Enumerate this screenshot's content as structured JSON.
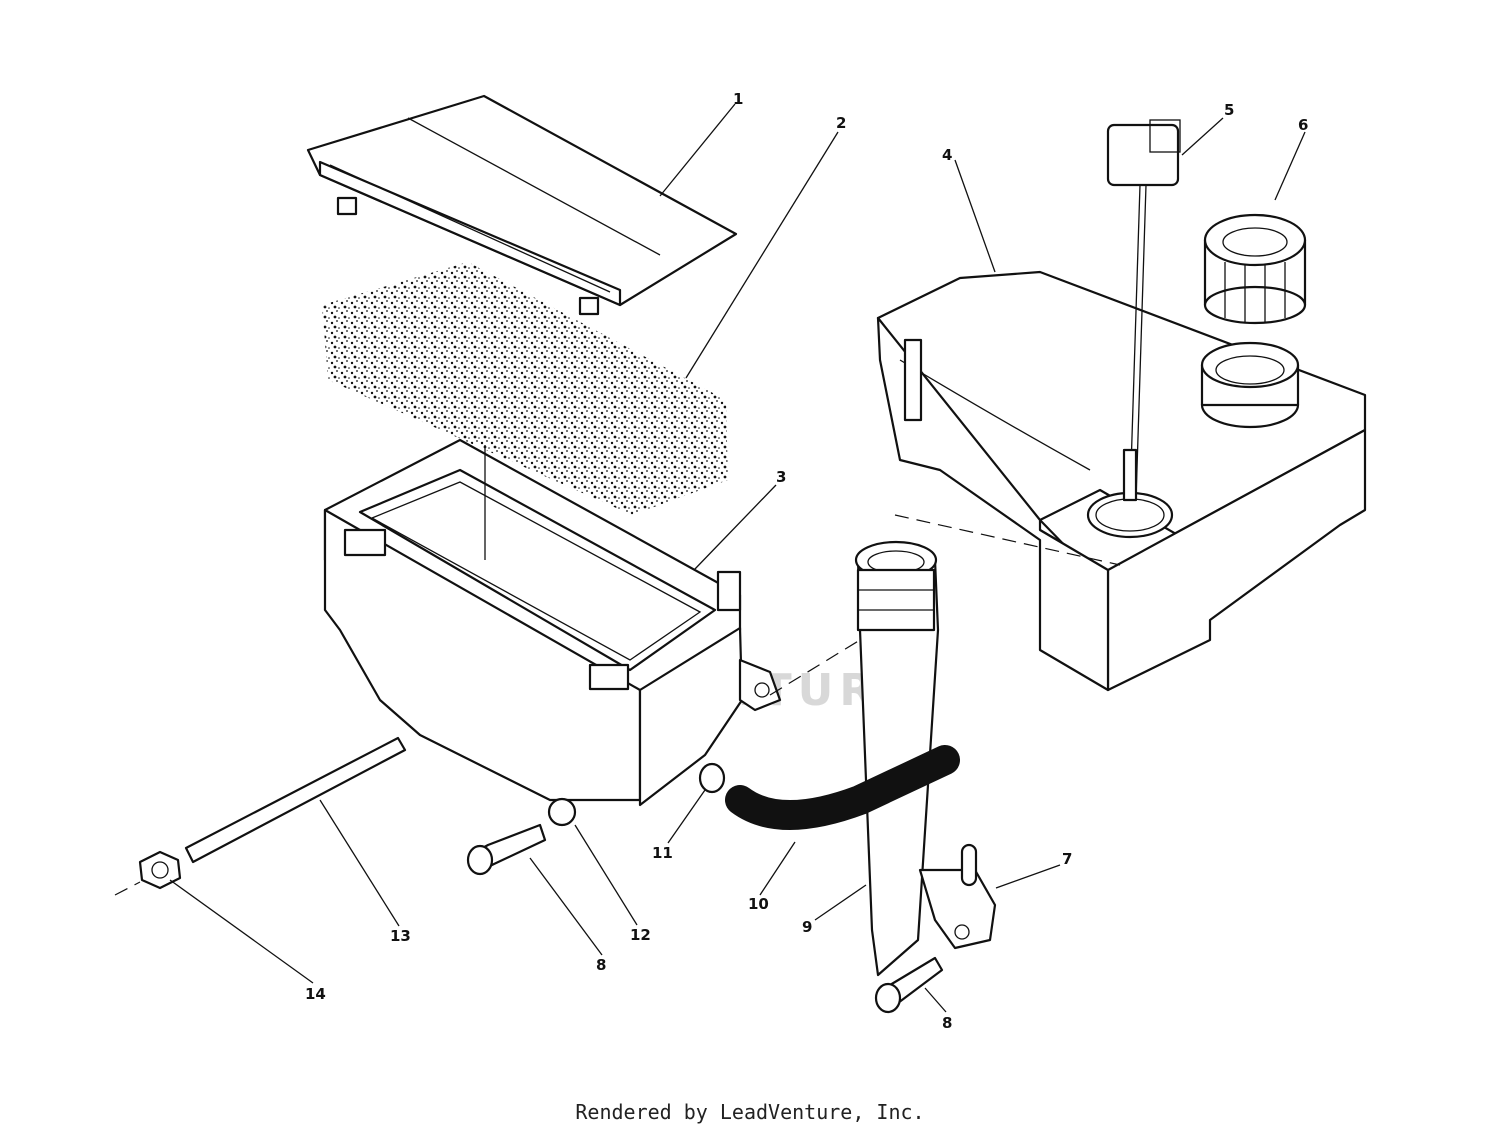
{
  "watermark": "LEADVENTURE",
  "footer": "Rendered by LeadVenture, Inc.",
  "callouts": [
    {
      "id": "c1",
      "text": "1"
    },
    {
      "id": "c2",
      "text": "2"
    },
    {
      "id": "c3",
      "text": "3"
    },
    {
      "id": "c4",
      "text": "4"
    },
    {
      "id": "c5",
      "text": "5"
    },
    {
      "id": "c6",
      "text": "6"
    },
    {
      "id": "c7",
      "text": "7"
    },
    {
      "id": "c8a",
      "text": "8"
    },
    {
      "id": "c8b",
      "text": "8"
    },
    {
      "id": "c9",
      "text": "9"
    },
    {
      "id": "c10",
      "text": "10"
    },
    {
      "id": "c11",
      "text": "11"
    },
    {
      "id": "c12",
      "text": "12"
    },
    {
      "id": "c13",
      "text": "13"
    },
    {
      "id": "c14",
      "text": "14"
    }
  ]
}
